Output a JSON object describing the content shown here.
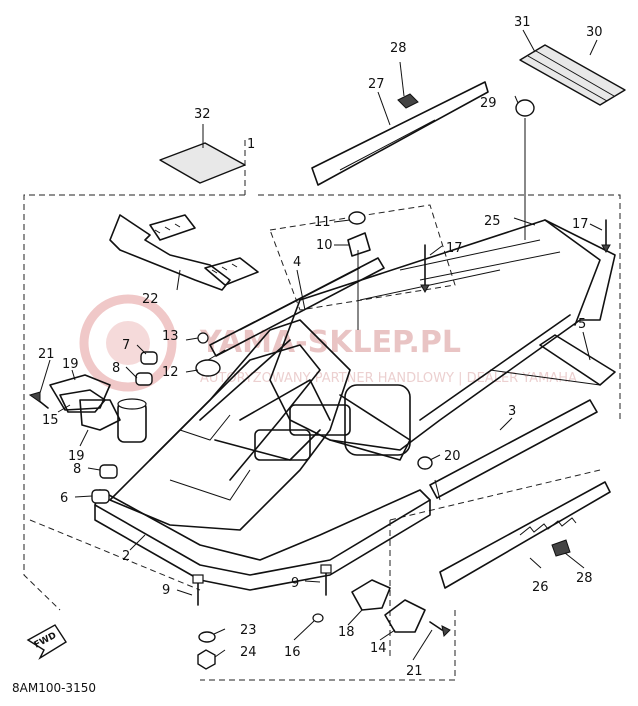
{
  "diagram_code": "8AM100-3150",
  "watermark": {
    "title": "YAMA-SKLEP.PL",
    "subtitle": "AUTORYZOWANY PARTNER HANDLOWY | DEALER YAMAHA"
  },
  "fwd_label": "FWD",
  "labels": [
    "1",
    "2",
    "3",
    "4",
    "5",
    "6",
    "7",
    "8",
    "8",
    "9",
    "9",
    "10",
    "11",
    "12",
    "13",
    "14",
    "15",
    "16",
    "17",
    "17",
    "18",
    "19",
    "19",
    "20",
    "21",
    "21",
    "22",
    "23",
    "24",
    "25",
    "26",
    "27",
    "28",
    "28",
    "29",
    "30",
    "31",
    "32"
  ],
  "colors": {
    "line": "#111111",
    "watermark": "#e9c4c4"
  }
}
